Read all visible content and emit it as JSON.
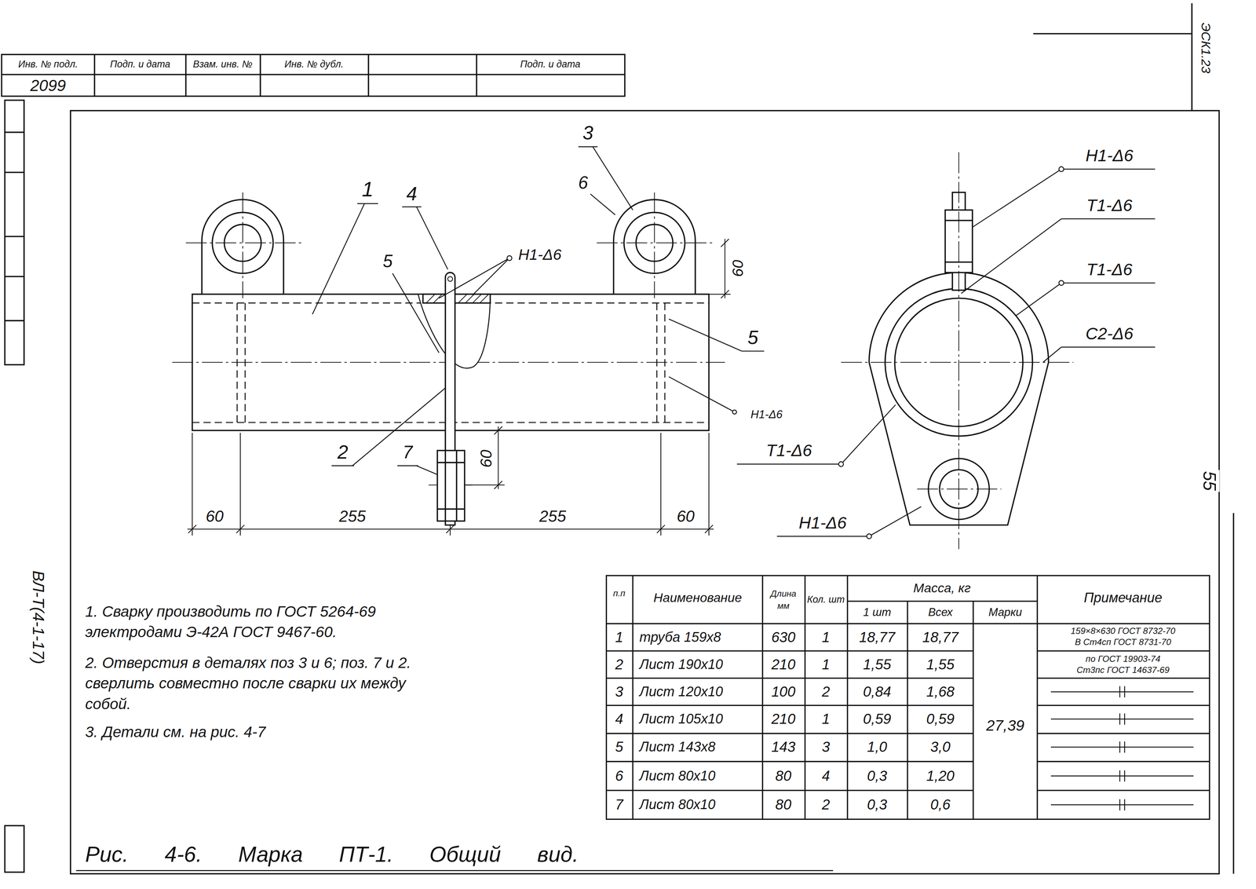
{
  "diagram": {
    "caption": "Рис. 4-6. Марка ПТ-1. Общий вид.",
    "labels": [
      "Инв. № подл.",
      "Подп. и дата",
      "Взам. инв. №",
      "Инв. № дубл.",
      "Подп. и дата",
      "2099",
      "ВЛ-Т(4-1-17)",
      "ЭСК1.23",
      "55",
      "1",
      "4",
      "3",
      "6",
      "5",
      "Н1-Δ6",
      "60",
      "5",
      "Н1-Δ6",
      "2",
      "7",
      "60",
      "60",
      "255",
      "255",
      "60",
      "Н1-Δ6",
      "Т1-Δ6",
      "Т1-Δ6",
      "С2-Δ6",
      "Т1-Δ6",
      "Н1-Δ6",
      "1. Сварку производить по ГОСТ 5264-69 электродами Э-42А ГОСТ 9467-60.",
      "2. Отверстия в деталях поз 3 и 6; поз. 7 и 2. сверлить совместно после сварки их между собой.",
      "3. Детали см. на рис. 4-7",
      "п.п",
      "Наименование",
      "Длина мм",
      "Кол. шт",
      "Масса, кг",
      "1 шт",
      "Всех",
      "Марки",
      "Примечание",
      "1",
      "труба 159х8",
      "630",
      "1",
      "18,77",
      "18,77",
      "2",
      "Лист 190х10",
      "210",
      "1",
      "1,55",
      "1,55",
      "3",
      "Лист 120х10",
      "100",
      "2",
      "0,84",
      "1,68",
      "4",
      "Лист 105х10",
      "210",
      "1",
      "0,59",
      "0,59",
      "5",
      "Лист 143х8",
      "143",
      "3",
      "1,0",
      "3,0",
      "6",
      "Лист 80х10",
      "80",
      "4",
      "0,3",
      "1,20",
      "7",
      "Лист 80х10",
      "80",
      "2",
      "0,3",
      "0,6",
      "27,39",
      "159×8×630 ГОСТ 8732-70",
      "В Ст4сп ГОСТ 8731-70",
      "по ГОСТ 19903-74",
      "Ст3пс ГОСТ 14637-69"
    ]
  }
}
